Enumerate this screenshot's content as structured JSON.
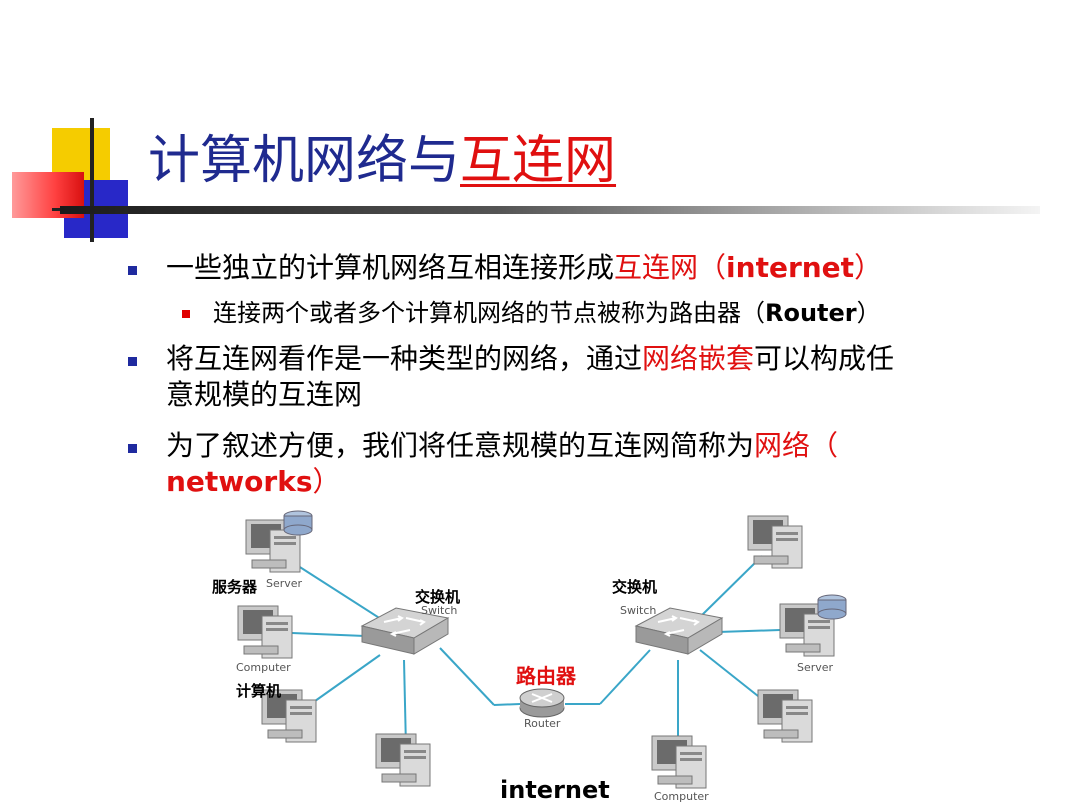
{
  "title": {
    "part1": "计算机网络与",
    "part2": "互连网"
  },
  "bullets": [
    {
      "pre": "一些独立的计算机网络互相连接形成",
      "red": "互连网（",
      "bold": "internet",
      "post": "）"
    },
    {
      "pre": "连接两个或者多个计算机网络的节点被称为路由器（",
      "bold": "Router",
      "post": "）"
    },
    {
      "line1_pre": "将互连网看作是一种类型的网络，通过",
      "line1_red": "网络嵌套",
      "line1_post": "可以构成任",
      "line2": "意规模的互连网"
    },
    {
      "line1_pre": "为了叙述方便，我们将任意规模的互连网简称为",
      "line1_red": "网络（",
      "line2_bold": "networks",
      "line2_post": "）"
    }
  ],
  "diagram": {
    "server_cn": "服务器",
    "server_en_left": "Server",
    "switch_cn_left": "交换机",
    "switch_en_left": "Switch",
    "switch_cn_right": "交换机",
    "switch_en_right": "Switch",
    "computer_en_left": "Computer",
    "computer_cn": "计算机",
    "router_cn": "路由器",
    "router_en": "Router",
    "server_en_right": "Server",
    "computer_en_right": "Computer",
    "caption": "internet"
  },
  "colors": {
    "title": "#1f2a8f",
    "highlight": "#e01010",
    "bullet": "#1f2a9f",
    "link": "#3aa6c8"
  }
}
